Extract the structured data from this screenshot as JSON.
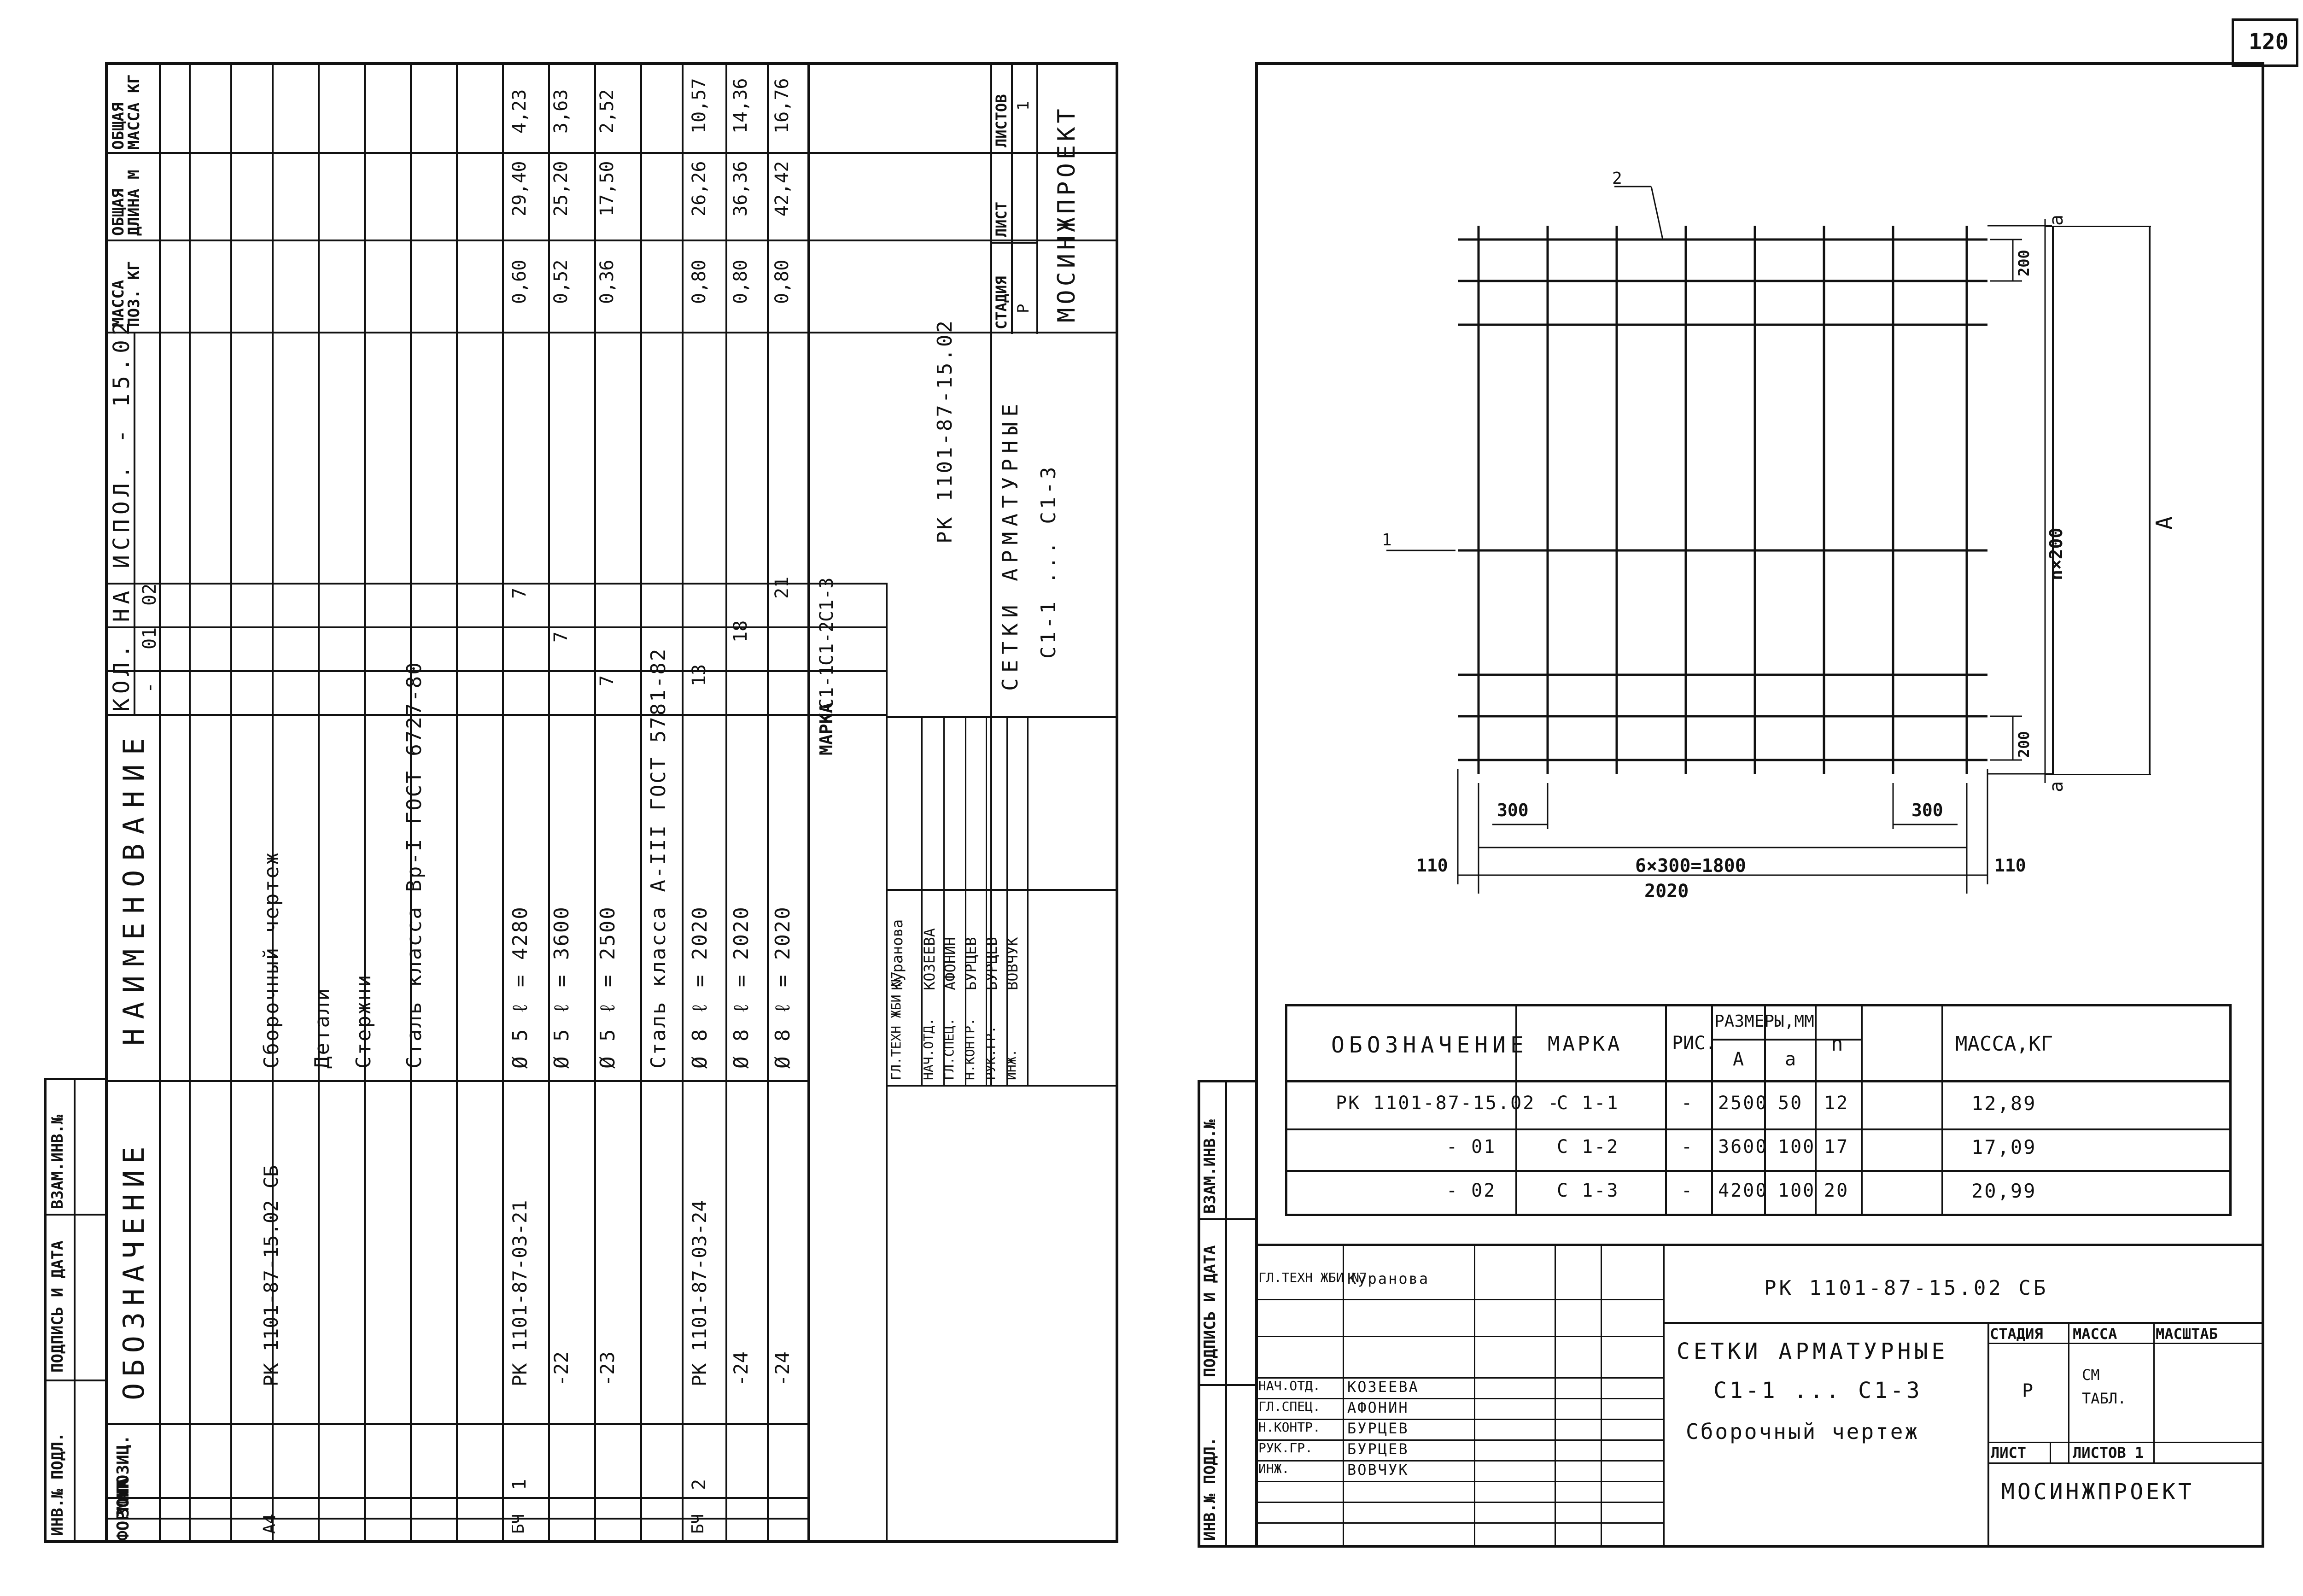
{
  "sheet_number": "120",
  "left_sheet": {
    "side_labels": [
      "ИНВ.№ ПОДЛ.",
      "ПОДПИСЬ И ДАТА",
      "ВЗАМ.ИНВ.№"
    ],
    "col_headers": {
      "format": "ФОРМАТ",
      "zone": "ЗОНА",
      "pos": "ПОЗИЦ.",
      "designation": "ОБОЗНАЧЕНИЕ",
      "name": "НАИМЕНОВАНИЕ",
      "qty_title": "КОЛ. НА ИСПОЛ. - 15.02",
      "qty_cols": [
        "-",
        "01",
        "02"
      ],
      "mass_pos": "МАССА ПОЗ. КГ",
      "total_len": "ОБЩАЯ ДЛИНА М",
      "total_mass": "ОБЩАЯ МАССА КГ"
    },
    "rows": [
      {
        "format": "А4",
        "pos": "",
        "designation": "РК 1101-87-15.02 СБ",
        "name": "Сборочный чертеж",
        "q0": "",
        "q1": "",
        "q2": "",
        "mass": "",
        "len": "",
        "tmass": ""
      },
      {
        "format": "",
        "pos": "",
        "designation": "",
        "name": "Детали",
        "q0": "",
        "q1": "",
        "q2": "",
        "mass": "",
        "len": "",
        "tmass": ""
      },
      {
        "format": "",
        "pos": "",
        "designation": "",
        "name": "Стержни",
        "q0": "",
        "q1": "",
        "q2": "",
        "mass": "",
        "len": "",
        "tmass": ""
      },
      {
        "format": "",
        "pos": "",
        "designation": "",
        "name": "Сталь класса Вр-I ГОСТ 6727-80",
        "q0": "",
        "q1": "",
        "q2": "",
        "mass": "",
        "len": "",
        "tmass": ""
      },
      {
        "format": "БЧ",
        "pos": "1",
        "designation": "РК 1101-87-03-21",
        "name": "Ø 5      ℓ = 4280",
        "q0": "",
        "q1": "",
        "q2": "7",
        "mass": "0,60",
        "len": "29,40",
        "tmass": "4,23"
      },
      {
        "format": "",
        "pos": "",
        "designation": "-22",
        "name": "Ø 5      ℓ = 3600",
        "q0": "",
        "q1": "7",
        "q2": "",
        "mass": "0,52",
        "len": "25,20",
        "tmass": "3,63"
      },
      {
        "format": "",
        "pos": "",
        "designation": "-23",
        "name": "Ø 5      ℓ = 2500",
        "q0": "7",
        "q1": "",
        "q2": "",
        "mass": "0,36",
        "len": "17,50",
        "tmass": "2,52"
      },
      {
        "format": "",
        "pos": "",
        "designation": "",
        "name": "Сталь класса А-III ГОСТ 5781-82",
        "q0": "",
        "q1": "",
        "q2": "",
        "mass": "",
        "len": "",
        "tmass": ""
      },
      {
        "format": "БЧ",
        "pos": "2",
        "designation": "РК 1101-87-03-24",
        "name": "Ø 8      ℓ = 2020",
        "q0": "13",
        "q1": "",
        "q2": "",
        "mass": "0,80",
        "len": "26,26",
        "tmass": "10,57"
      },
      {
        "format": "",
        "pos": "",
        "designation": "-24",
        "name": "Ø 8      ℓ = 2020",
        "q0": "",
        "q1": "18",
        "q2": "",
        "mass": "0,80",
        "len": "36,36",
        "tmass": "14,36"
      },
      {
        "format": "",
        "pos": "",
        "designation": "-24",
        "name": "Ø 8      ℓ = 2020",
        "q0": "",
        "q1": "",
        "q2": "21",
        "mass": "0,80",
        "len": "42,42",
        "tmass": "16,76"
      }
    ],
    "marks": {
      "label": "МАРКА",
      "values": [
        "С1-1",
        "С1-2",
        "С1-3"
      ]
    },
    "signatures": [
      {
        "role": "ГЛ.ТЕХН ЖБИ N7",
        "name": "Куранова"
      },
      {
        "role": "НАЧ.ОТД.",
        "name": "КОЗЕЕВА"
      },
      {
        "role": "ГЛ.СПЕЦ.",
        "name": "АФОНИН"
      },
      {
        "role": "Н.КОНТР.",
        "name": "БУРЦЕВ"
      },
      {
        "role": "РУК.ГР.",
        "name": "БУРЦЕВ"
      },
      {
        "role": "ИНЖ.",
        "name": "ВОВЧУК"
      }
    ],
    "title_block": {
      "code": "РК 1101-87-15.02",
      "title1": "СЕТКИ АРМАТУРНЫЕ",
      "title2": "С1-1 ... С1-3",
      "stage_h": "СТАДИЯ",
      "sheet_h": "ЛИСТ",
      "sheets_h": "ЛИСТОВ",
      "stage": "Р",
      "sheets": "1",
      "org": "МОСИНЖПРОЕКТ"
    }
  },
  "right_sheet": {
    "drawing": {
      "dim_width_total": "2020",
      "dim_inner": "6×300=1800",
      "dim_edge_left": "110",
      "dim_edge_right": "110",
      "dim_step_left": "300",
      "dim_step_right": "300",
      "dim_top": "200",
      "dim_bottom": "200",
      "dim_a_top": "a",
      "dim_a_bottom": "a",
      "dim_n": "n×200",
      "dim_A": "A",
      "pos1": "1",
      "pos2": "2"
    },
    "table": {
      "headers": {
        "designation": "ОБОЗНАЧЕНИЕ",
        "mark": "МАРКА",
        "fig": "РИС.",
        "sizes": "РАЗМЕРЫ,ММ",
        "A": "А",
        "a": "а",
        "n": "n",
        "mass": "МАССА,КГ"
      },
      "rows": [
        {
          "designation": "РК 1101-87-15.02 -",
          "mark": "С 1-1",
          "fig": "-",
          "A": "2500",
          "a": "50",
          "n": "12",
          "mass": "12,89"
        },
        {
          "designation": "- 01",
          "mark": "С 1-2",
          "fig": "-",
          "A": "3600",
          "a": "100",
          "n": "17",
          "mass": "17,09"
        },
        {
          "designation": "- 02",
          "mark": "С 1-3",
          "fig": "-",
          "A": "4200",
          "a": "100",
          "n": "20",
          "mass": "20,99"
        }
      ]
    },
    "side_labels": [
      "ИНВ.№ ПОДЛ.",
      "ПОДПИСЬ И ДАТА",
      "ВЗАМ.ИНВ.№"
    ],
    "signatures": [
      {
        "role": "ГЛ.ТЕХН ЖБИ N7",
        "name": "Куранова"
      },
      {
        "role": "НАЧ.ОТД.",
        "name": "КОЗЕЕВА"
      },
      {
        "role": "ГЛ.СПЕЦ.",
        "name": "АФОНИН"
      },
      {
        "role": "Н.КОНТР.",
        "name": "БУРЦЕВ"
      },
      {
        "role": "РУК.ГР.",
        "name": "БУРЦЕВ"
      },
      {
        "role": "ИНЖ.",
        "name": "ВОВЧУК"
      }
    ],
    "title_block": {
      "code": "РК 1101-87-15.02 СБ",
      "title1": "СЕТКИ АРМАТУРНЫЕ",
      "title2": "С1-1 ... С1-3",
      "title3": "Сборочный чертеж",
      "stage_h": "СТАДИЯ",
      "mass_h": "МАССА",
      "scale_h": "МАСШТАБ",
      "stage": "Р",
      "mass": "СМ ТАБЛ.",
      "sheet_h": "ЛИСТ",
      "sheets_h": "ЛИСТОВ 1",
      "org": "МОСИНЖПРОЕКТ"
    }
  }
}
